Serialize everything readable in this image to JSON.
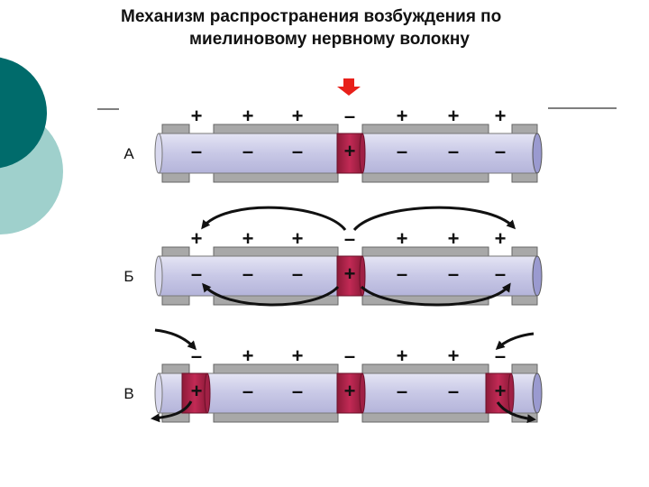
{
  "title": {
    "line1": "Механизм распространения возбуждения по",
    "line2": "миелиновому нервному волокну"
  },
  "rows": [
    {
      "label": "А",
      "top_signs": [
        "+",
        "+",
        "+",
        "–",
        "+",
        "+",
        "+"
      ],
      "bottom_signs": [
        "–",
        "–",
        "–",
        "+",
        "–",
        "–",
        "–"
      ]
    },
    {
      "label": "Б",
      "top_signs": [
        "+",
        "+",
        "+",
        "–",
        "+",
        "+",
        "+"
      ],
      "bottom_signs": [
        "–",
        "–",
        "–",
        "+",
        "–",
        "–",
        "–"
      ]
    },
    {
      "label": "В",
      "top_signs": [
        "–",
        "+",
        "+",
        "–",
        "+",
        "+",
        "–"
      ],
      "bottom_signs": [
        "+",
        "–",
        "–",
        "+",
        "–",
        "–",
        "+"
      ]
    }
  ],
  "colors": {
    "axon": "#cccce8",
    "axon_end": "#9a9ad0",
    "myelin": "#a8a8a8",
    "active_node": "#b0244a",
    "stimulus_arrow": "#e8201a",
    "deco_dark": "#006b6b",
    "deco_light": "#9fd0cc"
  },
  "icons": {
    "stimulus": "down-arrow-icon",
    "current_flow": "curved-arrow-icon"
  }
}
